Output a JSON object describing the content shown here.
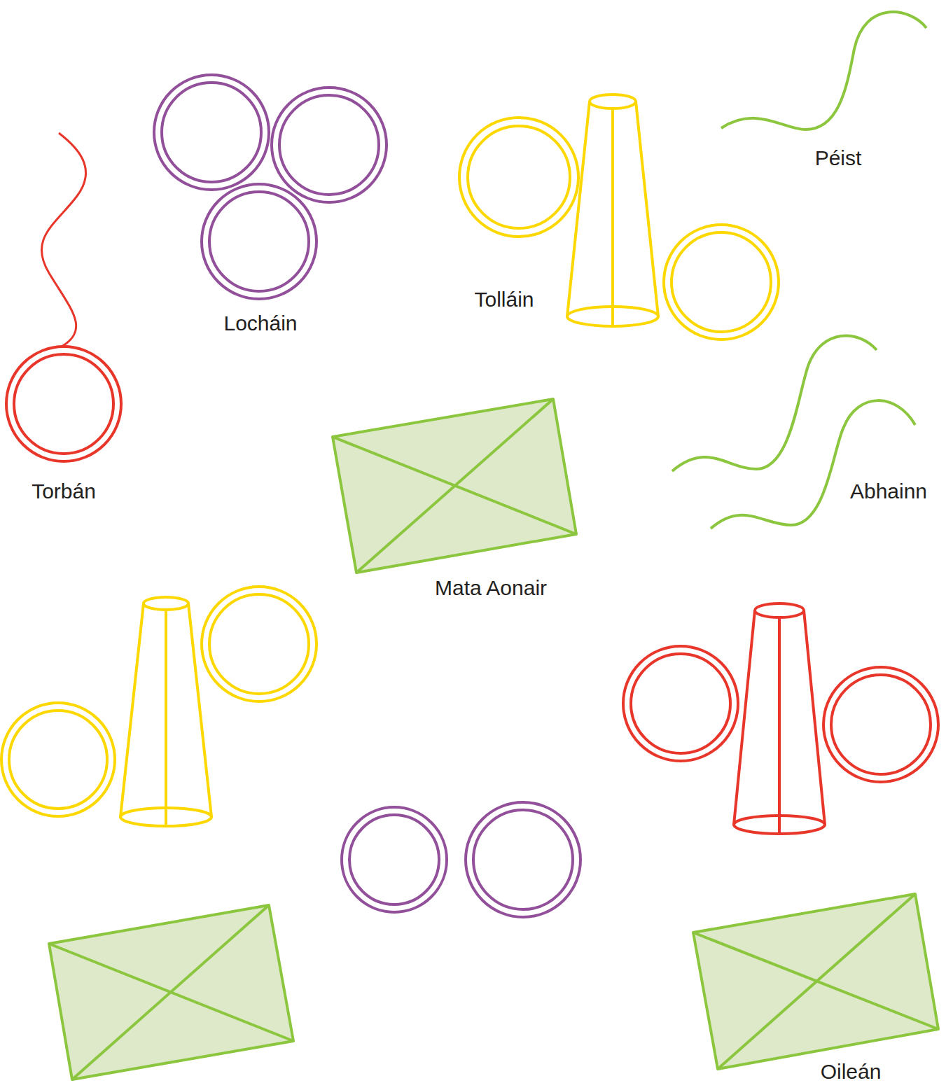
{
  "diagram": {
    "labels": [
      "Péist",
      "Tolláin",
      "Locháin",
      "Torbán",
      "Abhainn",
      "Mata Aonair",
      "Oileán"
    ]
  }
}
